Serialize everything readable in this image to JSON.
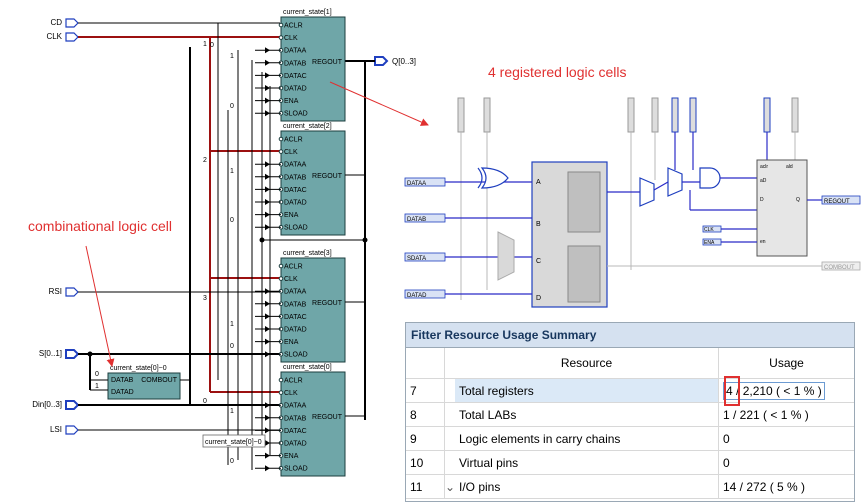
{
  "annotations": {
    "registered_cells": "4 registered logic cells",
    "combinational_cell": "combinational logic cell"
  },
  "schematic": {
    "inputs": [
      "CD",
      "CLK",
      "RSI",
      "S[0..1]",
      "Din[0..3]",
      "LSI"
    ],
    "output": "Q[0..3]",
    "cells": [
      {
        "title": "current_state[1]"
      },
      {
        "title": "current_state[2]"
      },
      {
        "title": "current_state[3]"
      },
      {
        "title": "current_state[0]"
      }
    ],
    "cell_ports_left": [
      "ACLR",
      "CLK",
      "DATAA",
      "DATAB",
      "DATAC",
      "DATAD",
      "ENA",
      "SLOAD"
    ],
    "cell_port_right": "REGOUT",
    "comb_cell": {
      "title": "current_state[0]~0",
      "ports_left": [
        "DATAB",
        "DATAD"
      ],
      "port_right": "COMBOUT"
    },
    "feedback_label": "current_state[0]~0",
    "bus_indices": [
      "1",
      "2",
      "3",
      "0"
    ],
    "pin_values": [
      "1",
      "0",
      "1",
      "0",
      "1",
      "0",
      "1",
      "0",
      "0",
      "1",
      "0"
    ]
  },
  "tech_map": {
    "inputs": [
      "DATAA",
      "DATAB",
      "SDATA",
      "DATAD"
    ],
    "ff_ports": [
      "aclr",
      "ald",
      "aD",
      "D",
      "Q",
      "en"
    ],
    "clk_inputs": [
      "CLK",
      "ENA"
    ],
    "lut_ports": [
      "A",
      "B",
      "C",
      "D"
    ],
    "outputs": [
      "REGOUT",
      "COMBOUT"
    ]
  },
  "fitter": {
    "title": "Fitter Resource Usage Summary",
    "columns": [
      "Resource",
      "Usage"
    ],
    "rows": [
      {
        "num": "7",
        "resource": "Total registers",
        "usage_a": "4",
        "usage_b": " / 2,210 ( < 1 % )"
      },
      {
        "num": "8",
        "resource": "Total LABs",
        "usage": "1 / 221 ( < 1 % )"
      },
      {
        "num": "9",
        "resource": "Logic elements in carry chains",
        "usage": "0"
      },
      {
        "num": "10",
        "resource": "Virtual pins",
        "usage": "0"
      },
      {
        "num": "11",
        "resource": "I/O pins",
        "usage": "14 / 272 ( 5 % )"
      }
    ]
  },
  "colors": {
    "cell_fill": "#6fa6a8",
    "clock_wire": "#9c1010",
    "annotation": "#e03030",
    "tech_wire": "#2a2ac8",
    "table_header": "#d5e1f0"
  }
}
